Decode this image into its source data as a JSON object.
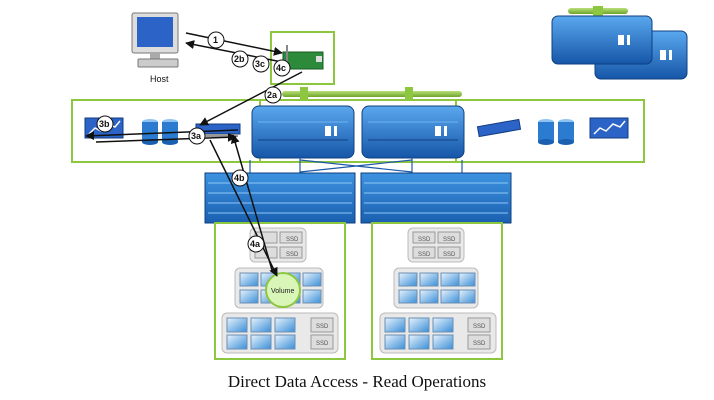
{
  "caption": "Direct Data Access - Read Operations",
  "host_label": "Host",
  "volume_label": "Volume",
  "ssd_label": "SSD",
  "steps": {
    "s1": "1",
    "s2a": "2a",
    "s2b": "2b",
    "s3a": "3a",
    "s3b": "3b",
    "s3c": "3c",
    "s4a": "4a",
    "s4b": "4b",
    "s4c": "4c"
  },
  "colors": {
    "frame_green": "#8dc63f",
    "controller_blue": "#1e6fc0",
    "shelf_blue": "#2a7fd0",
    "arrow": "#111111"
  }
}
